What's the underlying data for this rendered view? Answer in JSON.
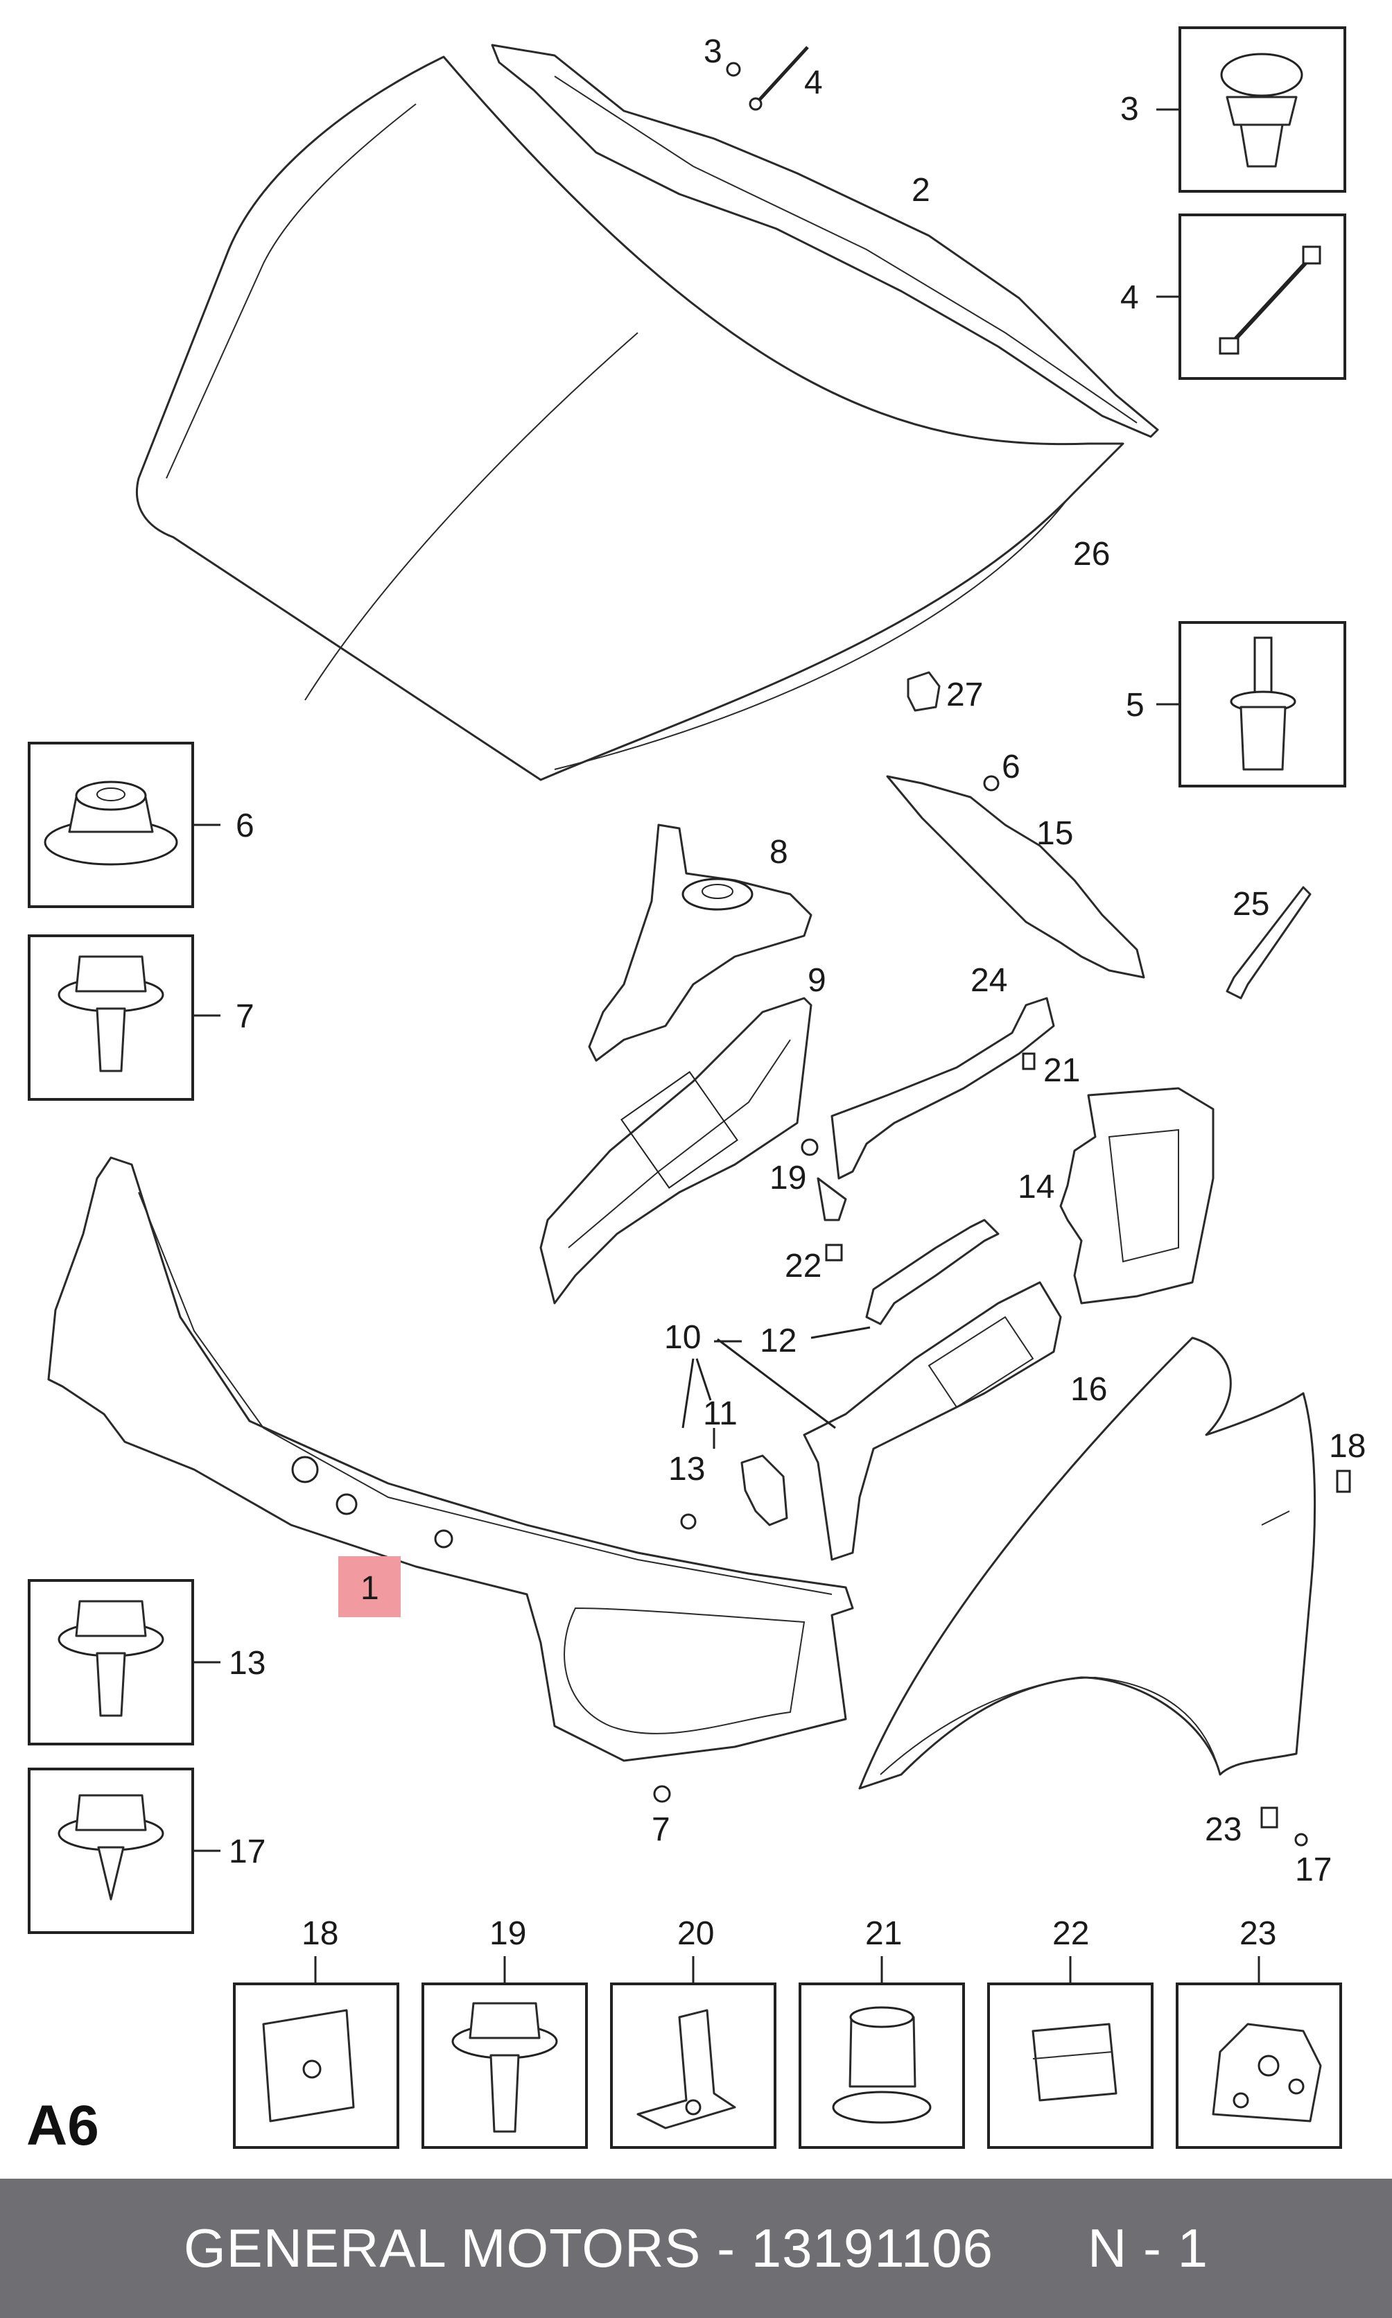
{
  "section_code": "A6",
  "highlight_color": "#f19a9f",
  "footer": {
    "brand": "GENERAL MOTORS",
    "separator": " - ",
    "part_number": "13191106",
    "quantity": "N - 1"
  },
  "callouts": {
    "c1": "1",
    "c2": "2",
    "c3": "3",
    "c4": "4",
    "c6": "6",
    "c7": "7",
    "c8": "8",
    "c9": "9",
    "c10": "10",
    "c11": "11",
    "c12": "12",
    "c13": "13",
    "c14": "14",
    "c15": "15",
    "c16": "16",
    "c17": "17",
    "c18": "18",
    "c19": "19",
    "c21": "21",
    "c22": "22",
    "c23": "23",
    "c24": "24",
    "c25": "25",
    "c26": "26",
    "c27": "27"
  },
  "side_boxes": {
    "b3": "3",
    "b4": "4",
    "b5": "5",
    "b6": "6",
    "b7": "7",
    "b13": "13",
    "b17": "17"
  },
  "bottom_boxes": {
    "b18": "18",
    "b19": "19",
    "b20": "20",
    "b21": "21",
    "b22": "22",
    "b23": "23"
  }
}
